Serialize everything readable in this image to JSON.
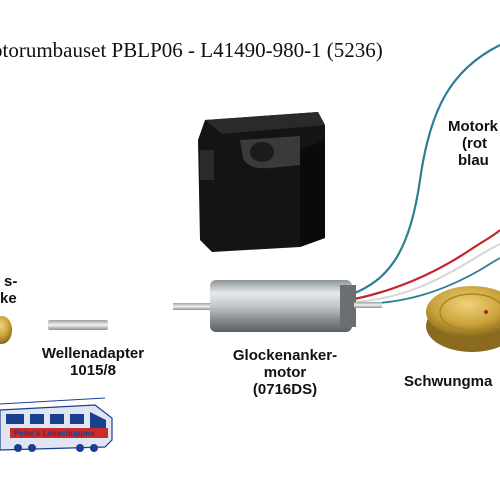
{
  "title": "otorumbauset PBLP06 - L41490-980-1 (5236)",
  "labels": {
    "motorkabel": [
      "Motork",
      "(rot",
      "blau"
    ],
    "left_partial": [
      "s-",
      "ke"
    ],
    "wellenadapter": [
      "Wellenadapter",
      "1015/8"
    ],
    "glockenanker": [
      "Glockenanker-",
      "motor",
      "(0716DS)"
    ],
    "schwungmasse": "Schwungma"
  },
  "logo": {
    "text": "Peter's Lokschuppen"
  },
  "colors": {
    "wire_blue": "#2d7d93",
    "wire_red": "#c0262b",
    "wire_white": "#d9d9d9",
    "bracket": "#111111",
    "brass": "#c9a23a",
    "motor_silver": "#bfc3c6",
    "logo_blue": "#1a3f8f"
  }
}
